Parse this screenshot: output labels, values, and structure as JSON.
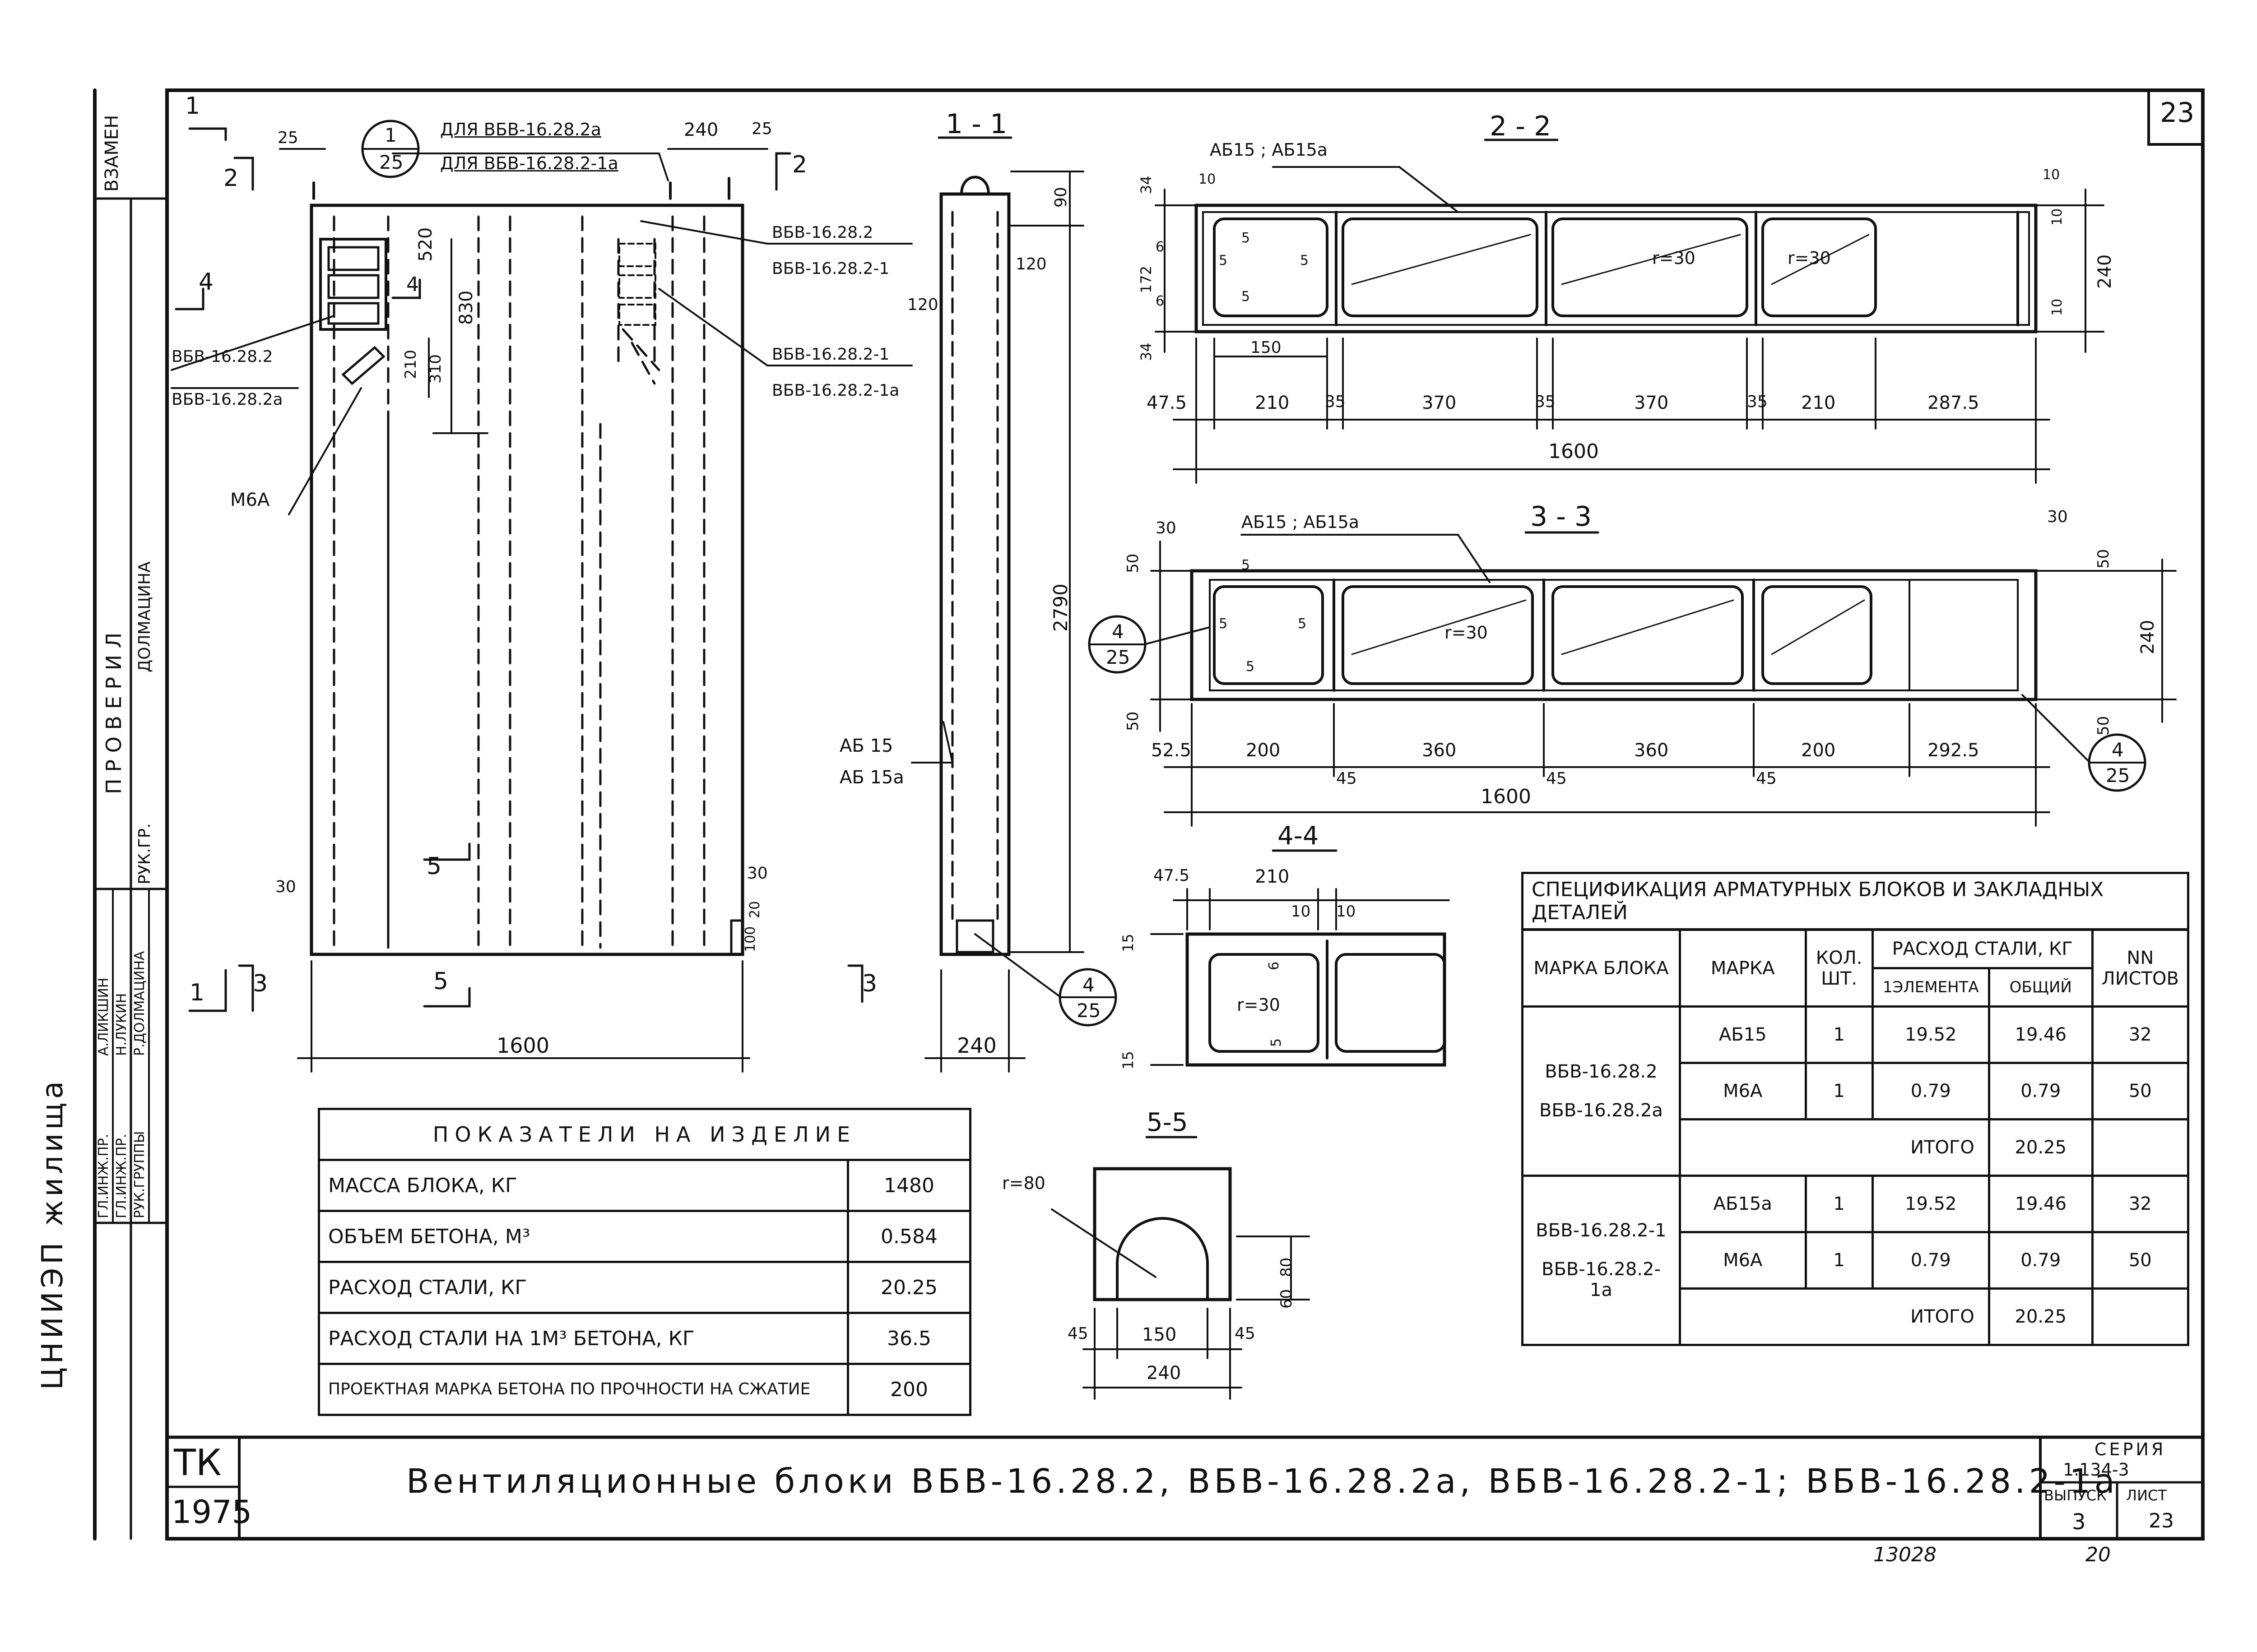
{
  "sheet": {
    "number": "23",
    "org": "ЦНИИЭП жилища",
    "stamp_tk": "ТК",
    "year": "1975",
    "zamen": "ВЗАМЕН",
    "proverila_label": "П Р О В Е Р И Л",
    "checker_name": "ДОЛМАЦИНА",
    "checker_role": "РУК.ГР.",
    "signers": [
      {
        "role": "ГЛ.ИНЖ.ПР.",
        "name": "А.ЛИКШИН"
      },
      {
        "role": "ГЛ.ИНЖ.ПР.",
        "name": "Н.ЛУКИН"
      },
      {
        "role": "РУК.ГРУППЫ",
        "name": "Р.ДОЛМАЦИНА"
      }
    ],
    "title": "Вентиляционные блоки ВБВ-16.28.2, ВБВ-16.28.2а, ВБВ-16.28.2-1; ВБВ-16.28.2-1а",
    "series_label": "СЕРИЯ",
    "series_value": "1.134-3",
    "issue_label": "ВЫПУСК",
    "issue_value": "3",
    "list_label": "ЛИСТ",
    "list_value": "23",
    "archive_number": "13028",
    "archive_number2": "20"
  },
  "elevation": {
    "width_dim": "1600",
    "dims": [
      "25",
      "240",
      "25",
      "520",
      "830",
      "210",
      "310",
      "30",
      "30",
      "100",
      "20"
    ],
    "callout_top": {
      "num": "1",
      "den": "25"
    },
    "note_a1": "ДЛЯ ВБВ-16.28.2а",
    "note_a2": "ДЛЯ ВБВ-16.28.2-1а",
    "label_left_1": "ВБВ-16.28.2",
    "label_left_2": "ВБВ-16.28.2а",
    "label_right_1": "ВБВ-16.28.2",
    "label_right_2": "ВБВ-16.28.2-1",
    "label_right_3": "ВБВ-16.28.2-1",
    "label_right_4": "ВБВ-16.28.2-1а",
    "m6a": "М6А",
    "cut_marks": [
      "1",
      "2",
      "4",
      "4",
      "5",
      "5",
      "1",
      "3",
      "3",
      "2"
    ]
  },
  "section_1_1": {
    "title": "1 - 1",
    "dims": [
      "90",
      "120",
      "120",
      "2790",
      "240"
    ],
    "rebar_1": "АБ 15",
    "rebar_2": "АБ 15а",
    "callout": {
      "num": "4",
      "den": "25"
    }
  },
  "section_2_2": {
    "title": "2 - 2",
    "rebar": "АБ15 ; АБ15а",
    "dims_bottom": [
      "47.5",
      "210",
      "35",
      "370",
      "35",
      "370",
      "35",
      "210",
      "287.5"
    ],
    "total": "1600",
    "dims_left": [
      "34",
      "6",
      "172",
      "6",
      "34"
    ],
    "dims_right": [
      "10",
      "10",
      "240",
      "10"
    ],
    "dims_top": [
      "10",
      "10"
    ],
    "inner": [
      "5",
      "5",
      "5",
      "5",
      "150"
    ],
    "radius": "r=30"
  },
  "section_3_3": {
    "title": "3 - 3",
    "rebar": "АБ15 ; АБ15а",
    "dims_bottom": [
      "52.5",
      "200",
      "360",
      "360",
      "200",
      "292.5"
    ],
    "dims_sub": [
      "45",
      "45",
      "45"
    ],
    "total": "1600",
    "dims_left": [
      "30",
      "50",
      "50"
    ],
    "dims_right": [
      "30",
      "50",
      "240",
      "50"
    ],
    "inner": [
      "5",
      "5",
      "5",
      "5"
    ],
    "radius": "r=30",
    "callout": {
      "num": "4",
      "den": "25"
    }
  },
  "section_4_4": {
    "title": "4-4",
    "dims": [
      "47.5",
      "210",
      "10",
      "10",
      "15",
      "15",
      "6",
      "5"
    ],
    "radius": "r=30"
  },
  "section_5_5": {
    "title": "5-5",
    "radius": "r=80",
    "dims": [
      "45",
      "150",
      "45",
      "240",
      "60",
      "80"
    ]
  },
  "indicators": {
    "header": "ПОКАЗАТЕЛИ НА ИЗДЕЛИЕ",
    "rows": [
      {
        "label": "МАССА  БЛОКА, КГ",
        "value": "1480"
      },
      {
        "label": "ОБЪЕМ  БЕТОНА, М³",
        "value": "0.584"
      },
      {
        "label": "РАСХОД  СТАЛИ, КГ",
        "value": "20.25"
      },
      {
        "label": "РАСХОД  СТАЛИ НА 1М³ БЕТОНА, КГ",
        "value": "36.5"
      },
      {
        "label": "ПРОЕКТНАЯ МАРКА БЕТОНА ПО ПРОЧНОСТИ НА СЖАТИЕ",
        "value": "200"
      }
    ]
  },
  "spec": {
    "title": "СПЕЦИФИКАЦИЯ АРМАТУРНЫХ БЛОКОВ И ЗАКЛАДНЫХ ДЕТАЛЕЙ",
    "h_block": "МАРКА БЛОКА",
    "h_mark": "МАРКА",
    "h_qty": "КОЛ. ШТ.",
    "h_steel": "РАСХОД СТАЛИ, КГ",
    "h_one": "1ЭЛЕМЕНТА",
    "h_total": "ОБЩИЙ",
    "h_nn": "NN ЛИСТОВ",
    "groups": [
      {
        "block_1": "ВБВ-16.28.2",
        "block_2": "ВБВ-16.28.2а",
        "rows": [
          {
            "mark": "АБ15",
            "qty": "1",
            "one": "19.52",
            "total": "19.46",
            "sheet": "32"
          },
          {
            "mark": "М6А",
            "qty": "1",
            "one": "0.79",
            "total": "0.79",
            "sheet": "50"
          }
        ],
        "itogo_label": "ИТОГО",
        "itogo": "20.25"
      },
      {
        "block_1": "ВБВ-16.28.2-1",
        "block_2": "ВБВ-16.28.2-1а",
        "rows": [
          {
            "mark": "АБ15а",
            "qty": "1",
            "one": "19.52",
            "total": "19.46",
            "sheet": "32"
          },
          {
            "mark": "М6А",
            "qty": "1",
            "one": "0.79",
            "total": "0.79",
            "sheet": "50"
          }
        ],
        "itogo_label": "ИТОГО",
        "itogo": "20.25"
      }
    ]
  }
}
